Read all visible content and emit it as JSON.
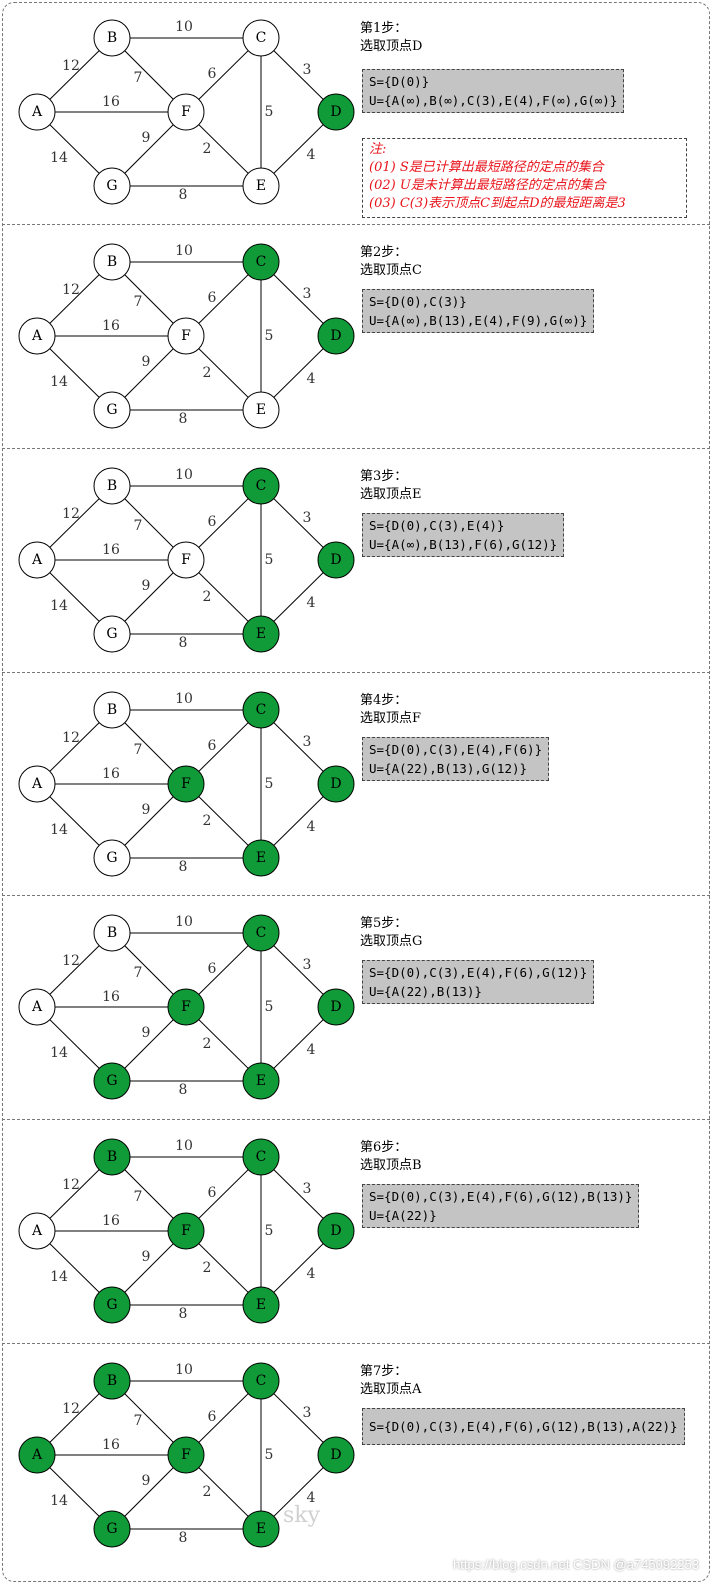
{
  "colors": {
    "visited": "#109b38",
    "unvisited": "#ffffff",
    "note_text": "#e8141b",
    "set_box": "#c4c4c4"
  },
  "graph": {
    "nodes": [
      "A",
      "B",
      "C",
      "D",
      "E",
      "F",
      "G"
    ],
    "edges": [
      {
        "from": "B",
        "to": "C",
        "weight": "10"
      },
      {
        "from": "A",
        "to": "B",
        "weight": "12"
      },
      {
        "from": "B",
        "to": "F",
        "weight": "7"
      },
      {
        "from": "F",
        "to": "C",
        "weight": "6"
      },
      {
        "from": "C",
        "to": "D",
        "weight": "3"
      },
      {
        "from": "A",
        "to": "F",
        "weight": "16"
      },
      {
        "from": "C",
        "to": "E",
        "weight": "5"
      },
      {
        "from": "G",
        "to": "F",
        "weight": "9"
      },
      {
        "from": "A",
        "to": "G",
        "weight": "14"
      },
      {
        "from": "F",
        "to": "E",
        "weight": "2"
      },
      {
        "from": "E",
        "to": "D",
        "weight": "4"
      },
      {
        "from": "G",
        "to": "E",
        "weight": "8"
      }
    ]
  },
  "steps": [
    {
      "title": "第1步：",
      "subtitle": "选取顶点D",
      "visited": [
        "D"
      ],
      "S": "S={D(0)}",
      "U": "U={A(∞),B(∞),C(3),E(4),F(∞),G(∞)}"
    },
    {
      "title": "第2步：",
      "subtitle": "选取顶点C",
      "visited": [
        "D",
        "C"
      ],
      "S": "S={D(0),C(3)}",
      "U": "U={A(∞),B(13),E(4),F(9),G(∞)}"
    },
    {
      "title": "第3步：",
      "subtitle": "选取顶点E",
      "visited": [
        "D",
        "C",
        "E"
      ],
      "S": "S={D(0),C(3),E(4)}",
      "U": "U={A(∞),B(13),F(6),G(12)}"
    },
    {
      "title": "第4步：",
      "subtitle": "选取顶点F",
      "visited": [
        "D",
        "C",
        "E",
        "F"
      ],
      "S": "S={D(0),C(3),E(4),F(6)}",
      "U": "U={A(22),B(13),G(12)}"
    },
    {
      "title": "第5步：",
      "subtitle": "选取顶点G",
      "visited": [
        "D",
        "C",
        "E",
        "F",
        "G"
      ],
      "S": "S={D(0),C(3),E(4),F(6),G(12)}",
      "U": "U={A(22),B(13)}"
    },
    {
      "title": "第6步：",
      "subtitle": "选取顶点B",
      "visited": [
        "D",
        "C",
        "E",
        "F",
        "G",
        "B"
      ],
      "S": "S={D(0),C(3),E(4),F(6),G(12),B(13)}",
      "U": "U={A(22)}"
    },
    {
      "title": "第7步：",
      "subtitle": "选取顶点A",
      "visited": [
        "D",
        "C",
        "E",
        "F",
        "G",
        "B",
        "A"
      ],
      "S": "S={D(0),C(3),E(4),F(6),G(12),B(13),A(22)}",
      "U": ""
    }
  ],
  "note": {
    "title": "注:",
    "lines": [
      "(01) S是已计算出最短路径的定点的集合",
      "(02) U是未计算出最短路径的定点的集合",
      "(03) C(3)表示顶点C到起点D的最短距离是3"
    ]
  },
  "watermark": "https://blog.csdn.net  CSDN @a745092253",
  "watermark_faint": "sky"
}
